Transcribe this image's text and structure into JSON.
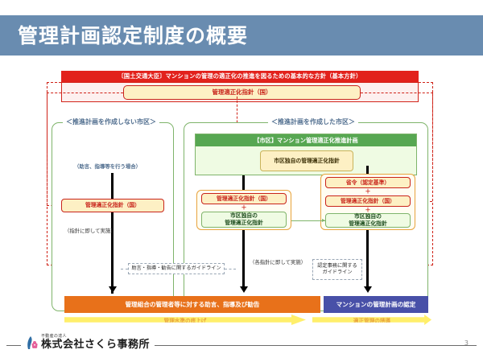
{
  "slide": {
    "title": "管理計画認定制度の概要",
    "page_number": "3",
    "accent_color": "#698cb0"
  },
  "national": {
    "banner": "〔国土交通大臣〕マンションの管理の適正化の推進を図るための基本的な方針（基本方針）",
    "guideline_box": "管理適正化指針（国）",
    "banner_color": "#e2211c",
    "box_color": "#fdf0c4"
  },
  "panels": {
    "left": {
      "label": "＜推進計画を作成しない市区＞",
      "note_advice": "（助言、指導等を行う場合）",
      "box": "管理適正化指針（国）",
      "note_implement": "（指針に即して実施）"
    },
    "right": {
      "label": "＜推進計画を作成した市区＞",
      "plan_header": "【市区】マンション管理適正化推進計画",
      "plan_inner": "市区独自の\n管理適正化指針",
      "plan_inner_line1": "市区独自の",
      "plan_inner_line2": "管理適正化指針",
      "note_implement": "（各指針に即して実施）",
      "group_middle": {
        "box1": "管理適正化指針（国）",
        "plus": "＋",
        "box2_line1": "市区独自の",
        "box2_line2": "管理適正化指針"
      },
      "group_right": {
        "box1": "省令（認定基準）",
        "plus1": "＋",
        "box2": "管理適正化指針（国）",
        "plus2": "＋",
        "box3_line1": "市区独自の",
        "box3_line2": "管理適正化指針"
      }
    }
  },
  "guidelines": {
    "left": "助言・指導・勧告に関するガイドライン",
    "right_line1": "認定事務に関する",
    "right_line2": "ガイドライン"
  },
  "outcomes": {
    "advice_bar": "管理組合の管理者等に対する助言、指導及び勧告",
    "advice_bar_color": "#e8711a",
    "certify_bar": "マンションの管理計画の認定",
    "certify_bar_color": "#4850a8",
    "arrow_left": "管理水準の底上げ",
    "arrow_right": "適正管理の誘導",
    "arrow_color": "#ffef6b"
  },
  "footer": {
    "company_small": "不動産の達人",
    "company_name": "株式会社さくら事務所"
  }
}
